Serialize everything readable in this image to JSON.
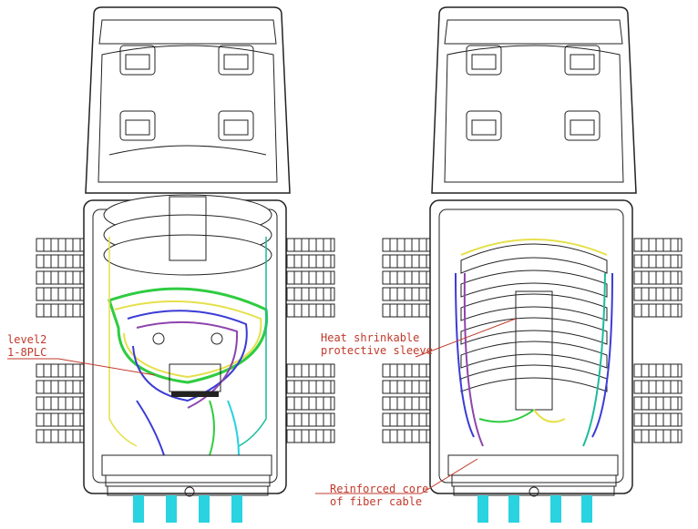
{
  "labels": {
    "plc": {
      "line1": "level2",
      "line2": "1-8PLC"
    },
    "sleeve": {
      "line1": "Heat shrinkable",
      "line2": "protective sleeve"
    },
    "core": {
      "line1": "Reinforced core",
      "line2": "of fiber cable"
    }
  },
  "colors": {
    "outline": "#222222",
    "callout": "#c0392b",
    "fiber_green": "#2ecc40",
    "fiber_yellow": "#e5e04a",
    "fiber_blue": "#3b3bd6",
    "fiber_purple": "#8e44ad",
    "fiber_cyan": "#29d3e0",
    "fiber_teal": "#1abc9c"
  }
}
